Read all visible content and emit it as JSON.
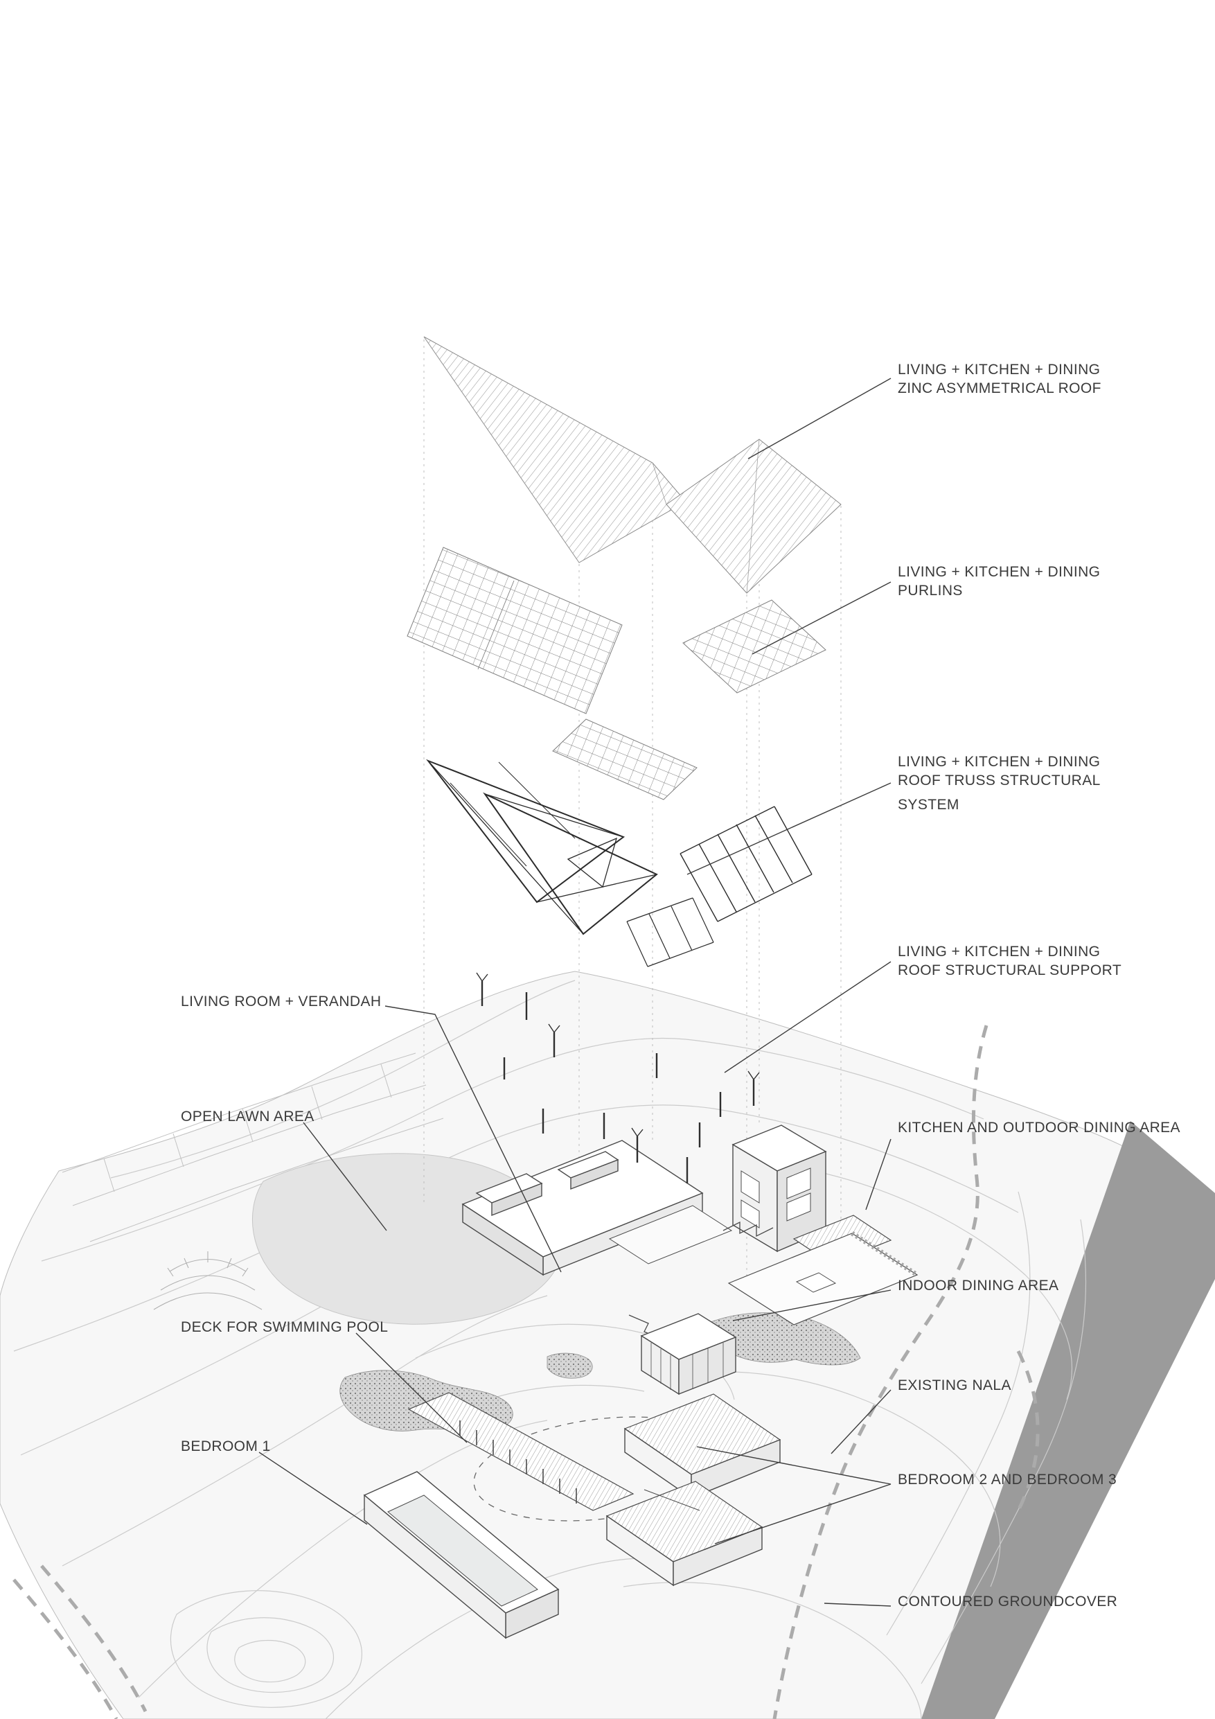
{
  "diagram": {
    "type": "exploded-axonometric-architecture-diagram",
    "colors": {
      "background": "#ffffff",
      "linework": "#3c3c3c",
      "terrain_fill": "#f7f7f7",
      "contour": "#cbcbcb",
      "lawn_fill": "#e4e4e4",
      "slope_band": "#9b9b9b",
      "hatch": "#8f8f8f"
    }
  },
  "labels": {
    "roof": [
      "LIVING + KITCHEN + DINING",
      "ZINC ASYMMETRICAL ROOF"
    ],
    "purlins": [
      "LIVING + KITCHEN + DINING",
      "PURLINS"
    ],
    "truss": [
      "LIVING + KITCHEN + DINING",
      "ROOF TRUSS STRUCTURAL",
      "SYSTEM"
    ],
    "support": [
      "LIVING + KITCHEN + DINING",
      "ROOF STRUCTURAL SUPPORT"
    ],
    "living_room": [
      "LIVING ROOM + VERANDAH"
    ],
    "open_lawn": [
      "OPEN LAWN AREA"
    ],
    "kitchen_outdoor": [
      "KITCHEN AND OUTDOOR DINING AREA"
    ],
    "indoor_dining": [
      "INDOOR DINING AREA"
    ],
    "pool_deck": [
      "DECK FOR SWIMMING POOL"
    ],
    "nala": [
      "EXISTING NALA"
    ],
    "bedroom_1": [
      "BEDROOM 1"
    ],
    "bedroom_2_3": [
      "BEDROOM 2 AND BEDROOM 3"
    ],
    "groundcover": [
      "CONTOURED GROUNDCOVER"
    ]
  }
}
